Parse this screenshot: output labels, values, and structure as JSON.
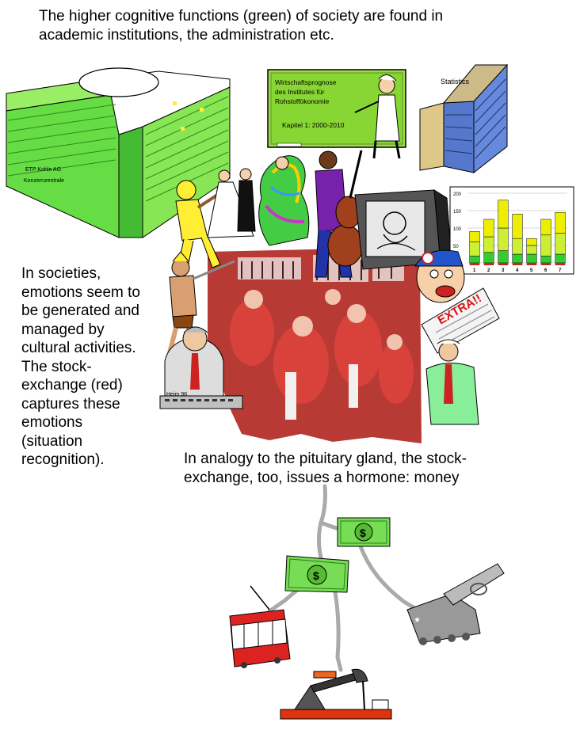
{
  "captions": {
    "top_line1": "The higher cognitive functions (green) of society are found in",
    "top_line2": "academic institutions, the administration etc.",
    "left": [
      "In societies,",
      "emotions seem to",
      "be generated and",
      "managed by",
      "cultural activities.",
      "The stock-",
      "exchange (red)",
      "captures these",
      "emotions",
      "(situation",
      "recognition)."
    ],
    "pit_line1": "In analogy to the pituitary gland, the stock-",
    "pit_line2": "exchange, too, issues a hormone: money"
  },
  "building": {
    "sign1": "ETP Kohle AG",
    "sign2": "Konzernzentrale"
  },
  "blackboard": {
    "line1": "Wirtschaftsprognose",
    "line2": "des Institutes für",
    "line3": "Rohstoffökonomie",
    "line4": "Kapitel 1: 2000-2010"
  },
  "tower": {
    "label": "Statistics"
  },
  "signature": "Heim 98",
  "newspaper": {
    "headline": "EXTRA!!"
  },
  "money_symbol": "$",
  "chart_data": {
    "type": "bar",
    "stacked": true,
    "categories": [
      "1",
      "2",
      "3",
      "4",
      "5",
      "6",
      "7"
    ],
    "series": [
      {
        "values": [
          20,
          30,
          35,
          25,
          25,
          20,
          25
        ]
      },
      {
        "values": [
          40,
          45,
          65,
          45,
          25,
          60,
          60
        ]
      },
      {
        "values": [
          30,
          50,
          80,
          70,
          20,
          45,
          60
        ]
      }
    ],
    "ylim": [
      0,
      200
    ],
    "yticks": [
      "200",
      "150",
      "100",
      "50",
      "0"
    ],
    "colors": [
      "#33cc33",
      "#ccee33",
      "#eeee00"
    ]
  }
}
